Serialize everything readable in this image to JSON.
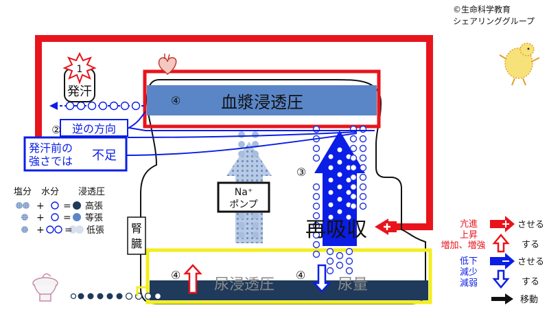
{
  "copyright": {
    "line1": "©生命科学教育",
    "line2": "シェアリンググループ"
  },
  "circled": {
    "one": "1",
    "two": "②",
    "three": "③",
    "four": "④"
  },
  "labels": {
    "sweat": "発汗",
    "plasma_osmotic": "血漿浸透圧",
    "reverse_direction": "逆の方向",
    "pre_sweat_line1": "発汗前の",
    "pre_sweat_line2": "強さでは",
    "shortage": "不足",
    "kidney_line1": "腎",
    "kidney_line2": "臓",
    "na_pump_line1": "Na⁺",
    "na_pump_line2": "ポンプ",
    "reabsorption": "再吸収",
    "urine_osmotic": "尿浸透圧",
    "urine_volume": "尿量"
  },
  "left_legend": {
    "headers": [
      "塩分",
      "水分",
      "浸透圧"
    ],
    "rows": [
      "高張",
      "等張",
      "低張"
    ],
    "plus": "+",
    "equals": "="
  },
  "right_legend": {
    "increase_lines": [
      "亢進",
      "上昇",
      "増加、増強"
    ],
    "decrease_lines": [
      "低下",
      "減少",
      "減弱"
    ],
    "make": "させる",
    "do": "する",
    "move": "移動"
  },
  "colors": {
    "red": "#e8141c",
    "blue": "#0a1ee6",
    "plasma_fill": "#5a86c8",
    "urine_fill": "#1f3a5a",
    "yellow": "#f2ee1c",
    "grey_arrow": "#a4bcd8"
  },
  "icons": [
    "explosion-icon",
    "heart-icon",
    "toilet-icon",
    "cartoon-character-icon",
    "plus-icon"
  ]
}
